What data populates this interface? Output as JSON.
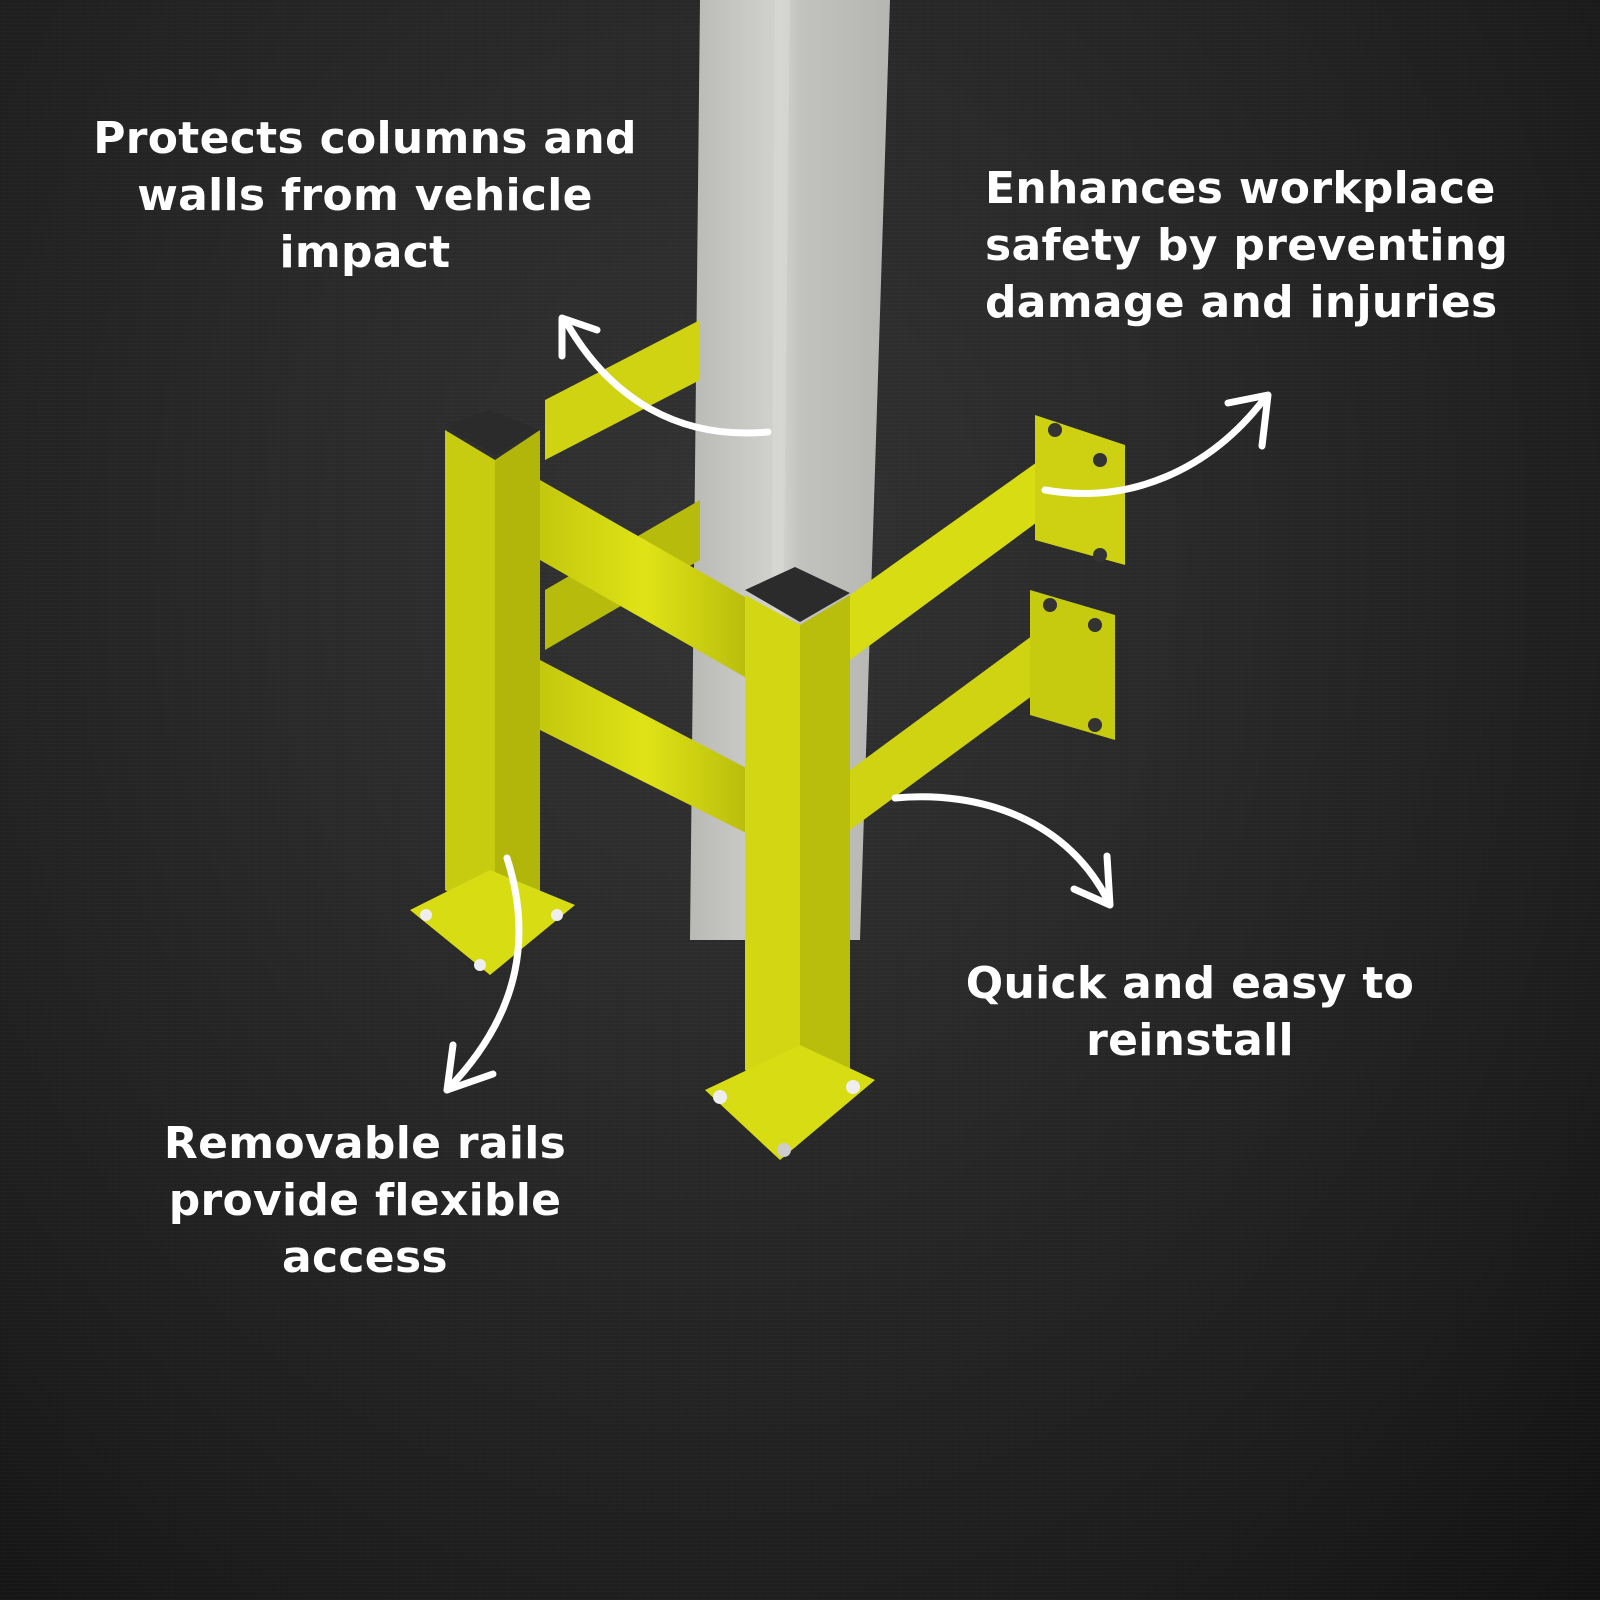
{
  "infographic": {
    "subject": "Yellow column protection barrier around a concrete column",
    "colors": {
      "background": "#232323",
      "barrier_yellow": "#d8dc12",
      "barrier_shadow": "#a9ad0c",
      "column_grey": "#c9c9c6",
      "end_cap": "#2b2b2b",
      "text": "#ffffff"
    },
    "captions": [
      {
        "id": "protects",
        "lines": [
          "Protects columns and",
          "walls from vehicle",
          "impact"
        ]
      },
      {
        "id": "enhances",
        "lines": [
          "Enhances workplace",
          "safety by preventing",
          "damage and injuries"
        ]
      },
      {
        "id": "quick",
        "lines": [
          "Quick and easy to",
          "reinstall"
        ]
      },
      {
        "id": "removable",
        "lines": [
          "Removable rails",
          "provide flexible",
          "access"
        ]
      }
    ],
    "arrows": [
      {
        "name": "arrow-to-protects",
        "direction": "up-left"
      },
      {
        "name": "arrow-to-enhances",
        "direction": "up-right"
      },
      {
        "name": "arrow-to-quick",
        "direction": "down-right"
      },
      {
        "name": "arrow-to-removable",
        "direction": "down-left"
      }
    ]
  }
}
